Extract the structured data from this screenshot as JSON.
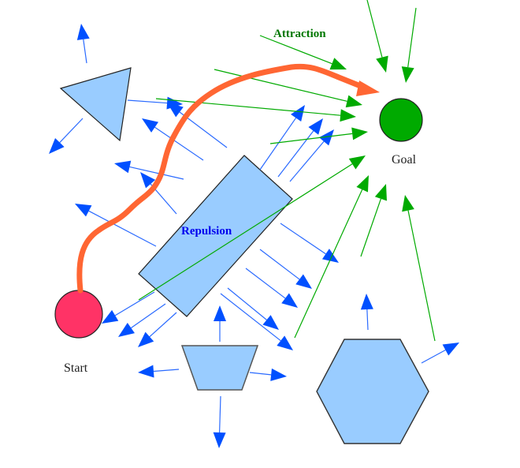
{
  "diagram": {
    "title": "Potential field path planning",
    "labels": {
      "attraction": "Attraction",
      "repulsion": "Repulsion",
      "goal": "Goal",
      "start": "Start"
    },
    "colors": {
      "attraction": "#00aa00",
      "repulsion": "#0050ff",
      "repulsion_line": "#2a6aff",
      "obstacle_fill": "#99ccff",
      "obstacle_stroke": "#333333",
      "goal": "#00aa00",
      "start": "#ff3366",
      "path": "#ff6633",
      "label_attraction": "#007700",
      "label_repulsion": "#0000ee",
      "label_text": "#222222"
    },
    "nodes": [
      {
        "id": "goal",
        "kind": "goal",
        "label_key": "goal"
      },
      {
        "id": "start",
        "kind": "start",
        "label_key": "start"
      }
    ],
    "obstacles": [
      {
        "id": "triangle",
        "shape": "triangle"
      },
      {
        "id": "rectangle",
        "shape": "rotated-rectangle",
        "label_key": "repulsion"
      },
      {
        "id": "trapezoid",
        "shape": "trapezoid"
      },
      {
        "id": "hexagon",
        "shape": "hexagon"
      }
    ],
    "force_types": [
      "attraction",
      "repulsion"
    ],
    "path": {
      "from": "start",
      "to": "goal"
    }
  }
}
